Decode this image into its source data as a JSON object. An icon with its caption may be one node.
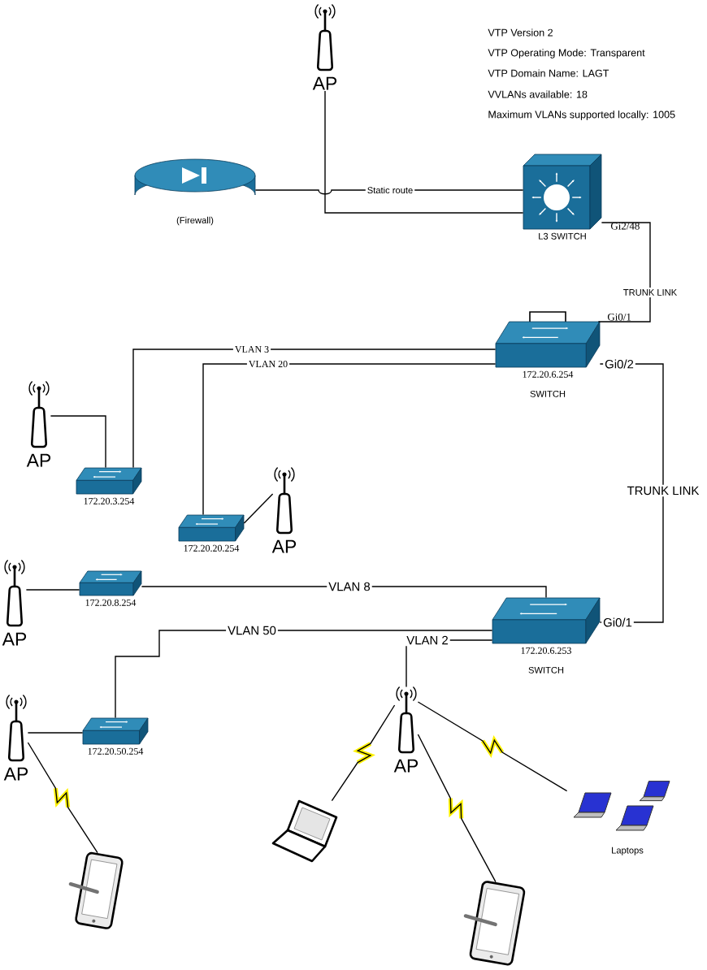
{
  "diagram": {
    "nodes": [
      {
        "text": [
          "AP"
        ]
      },
      {
        "text": [
          "(Firewall)"
        ]
      },
      {
        "text": [
          "L3 SWITCH"
        ]
      },
      {
        "text": [
          "172.20.6.254",
          "SWITCH"
        ]
      },
      {
        "text": [
          "AP"
        ]
      },
      {
        "text": [
          "172.20.3.254"
        ]
      },
      {
        "text": [
          "172.20.20.254"
        ]
      },
      {
        "text": [
          "AP"
        ]
      },
      {
        "text": [
          "AP"
        ]
      },
      {
        "text": [
          "172.20.8.254"
        ]
      },
      {
        "text": [
          "172.20.6.253",
          "SWITCH"
        ]
      },
      {
        "text": [
          "AP"
        ]
      },
      {
        "text": [
          "172.20.50.254"
        ]
      },
      {
        "text": [
          "AP"
        ]
      },
      {
        "text": [],
        "shape": "tablet"
      },
      {
        "text": [],
        "shape": "laptop"
      },
      {
        "text": [],
        "shape": "tablet"
      },
      {
        "text": [
          "Laptops"
        ]
      }
    ],
    "edges": [
      {
        "from": 1,
        "to": 2,
        "arrow": "none",
        "label": "Static route"
      },
      {
        "from": 0,
        "to": 2,
        "arrow": "none"
      },
      {
        "from": 2,
        "to": 3,
        "arrow": "none",
        "label": "TRUNK LINK"
      },
      {
        "from": 3,
        "to": 5,
        "arrow": "none",
        "label": "VLAN 3"
      },
      {
        "from": 3,
        "to": 6,
        "arrow": "none",
        "label": "VLAN 20"
      },
      {
        "from": 4,
        "to": 5,
        "arrow": "none"
      },
      {
        "from": 6,
        "to": 7,
        "arrow": "none"
      },
      {
        "from": 3,
        "to": 10,
        "arrow": "none",
        "label": "TRUNK LINK"
      },
      {
        "from": 8,
        "to": 9,
        "arrow": "none"
      },
      {
        "from": 9,
        "to": 10,
        "arrow": "none",
        "label": "VLAN 8"
      },
      {
        "from": 12,
        "to": 10,
        "arrow": "none",
        "label": "VLAN 50"
      },
      {
        "from": 13,
        "to": 10,
        "arrow": "none",
        "label": "VLAN 2"
      },
      {
        "from": 11,
        "to": 12,
        "arrow": "none"
      },
      {
        "from": 11,
        "to": 14,
        "arrow": "none"
      },
      {
        "from": 13,
        "to": 15,
        "arrow": "none"
      },
      {
        "from": 13,
        "to": 16,
        "arrow": "none"
      },
      {
        "from": 13,
        "to": 17,
        "arrow": "none"
      }
    ],
    "labels": [
      "VTP Version 2",
      "VTP Operating Mode: Transparent",
      "VTP Domain Name: LAGT",
      "VVLANs available: 18",
      "Maximum VLANs supported locally: 1005",
      "Gi2/48",
      "Gi0/1",
      "Gi0/2",
      "Gi0/1"
    ]
  }
}
